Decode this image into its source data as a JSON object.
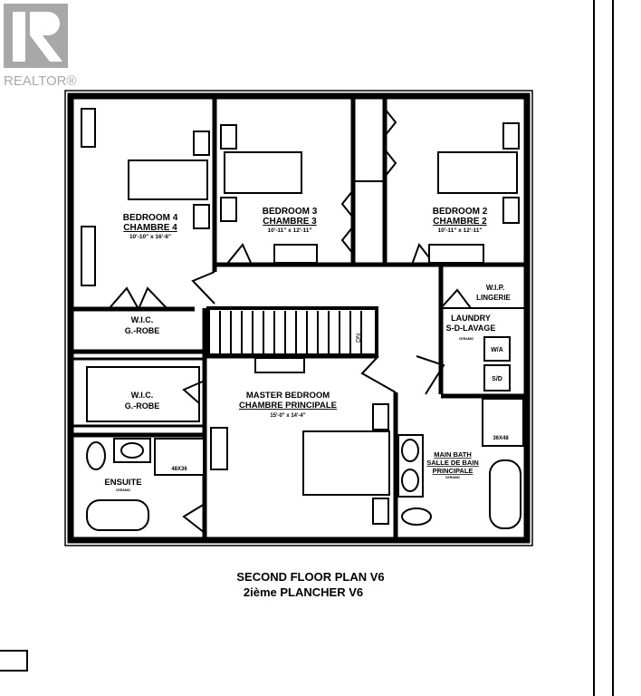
{
  "logo": {
    "text": "REALTOR®",
    "color": "#a8a8a8"
  },
  "plan": {
    "title_en": "SECOND FLOOR PLAN V6",
    "title_fr": "2ième PLANCHER V6",
    "rooms": {
      "bedroom4": {
        "en": "BEDROOM 4",
        "fr": "CHAMBRE 4",
        "size": "10'-10\" x 16'-6\""
      },
      "bedroom3": {
        "en": "BEDROOM 3",
        "fr": "CHAMBRE 3",
        "size": "10'-11\" x 12'-11\""
      },
      "bedroom2": {
        "en": "BEDROOM 2",
        "fr": "CHAMBRE 2",
        "size": "10'-11\" x 12'-11\""
      },
      "wic1": {
        "en": "W.I.C.",
        "fr": "G.-ROBE"
      },
      "wic2": {
        "en": "W.I.C.",
        "fr": "G.-ROBE"
      },
      "wip": {
        "en": "W.I.P.",
        "fr": "LINGERIE"
      },
      "laundry": {
        "en": "LAUNDRY",
        "fr": "S-D-LAVAGE",
        "finish": "CERAMIC",
        "washer": "W/A",
        "dryer": "S/D"
      },
      "master": {
        "en": "MASTER BEDROOM",
        "fr": "CHAMBRE PRINCIPALE",
        "size": "15'-0\" x 14'-4\""
      },
      "ensuite": {
        "en": "ENSUITE",
        "finish": "CERAMIC",
        "shower": "48X36"
      },
      "main_bath": {
        "en": "MAIN BATH",
        "fr1": "SALLE DE BAIN",
        "fr2": "PRINCIPALE",
        "finish": "CERAMIC",
        "shower": "36X48"
      }
    },
    "stair_label": "DN"
  }
}
